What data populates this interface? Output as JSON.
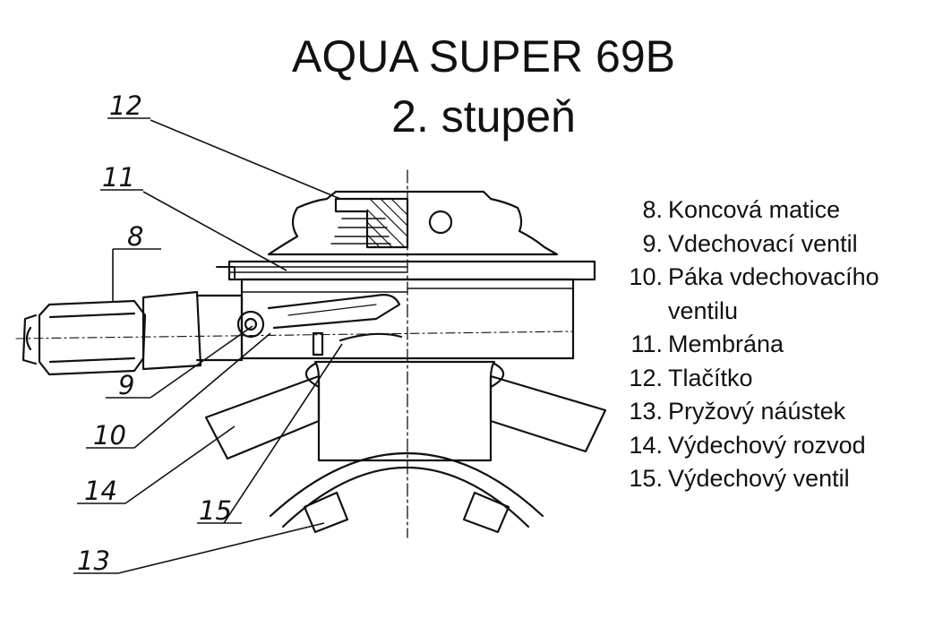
{
  "header": {
    "title": "AQUA SUPER 69B",
    "subtitle": "2. stupeň"
  },
  "legend": {
    "items": [
      {
        "num": "8.",
        "text": "Koncová matice"
      },
      {
        "num": "9.",
        "text": "Vdechovací ventil"
      },
      {
        "num": "10.",
        "text": "Páka vdechovacího ventilu"
      },
      {
        "num": "11.",
        "text": "Membrána"
      },
      {
        "num": "12.",
        "text": "Tlačítko"
      },
      {
        "num": "13.",
        "text": "Pryžový náústek"
      },
      {
        "num": "14.",
        "text": "Výdechový rozvod"
      },
      {
        "num": "15.",
        "text": "Výdechový ventil"
      }
    ]
  },
  "callouts": [
    "12",
    "11",
    "8",
    "9",
    "10",
    "14",
    "15",
    "13"
  ]
}
